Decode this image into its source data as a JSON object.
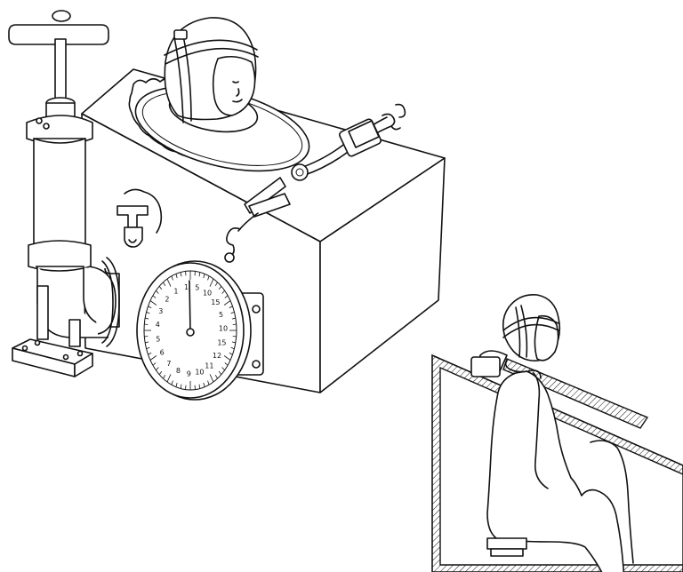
{
  "colors": {
    "ink": "#111111",
    "paper": "#ffffff",
    "shade": "#d9d9d9"
  },
  "dial": {
    "numbers": [
      "1",
      "5",
      "10",
      "15",
      "5",
      "10",
      "15",
      "12",
      "11",
      "10",
      "9",
      "8",
      "7",
      "6",
      "5",
      "4",
      "3",
      "2",
      "1"
    ]
  },
  "icons": [
    "pump-handle-icon",
    "pressure-dial-icon",
    "valve-icon",
    "clamp-icon",
    "helmet-icon"
  ]
}
